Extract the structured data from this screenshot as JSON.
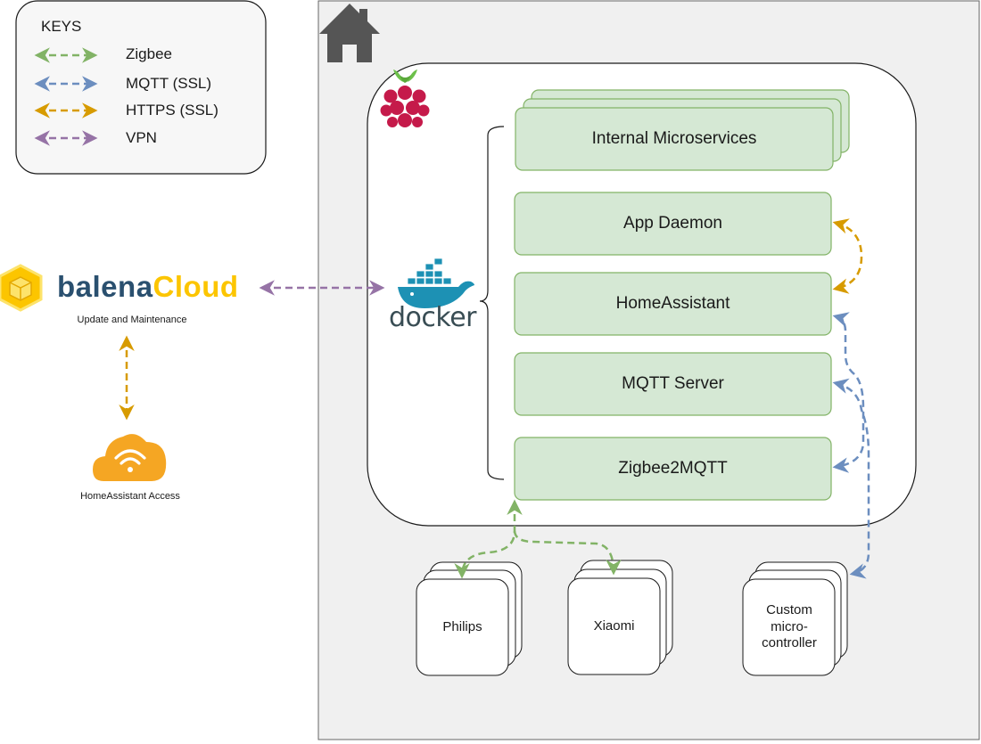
{
  "keys": {
    "title": "KEYS",
    "items": [
      {
        "label": "Zigbee",
        "color": "#82b366"
      },
      {
        "label": "MQTT (SSL)",
        "color": "#6c8ebf"
      },
      {
        "label": "HTTPS (SSL)",
        "color": "#d79b00"
      },
      {
        "label": "VPN",
        "color": "#9673a6"
      }
    ]
  },
  "balena": {
    "word1": "balena",
    "word2": "Cloud",
    "word1_color": "#2a506f",
    "word2_color": "#fcc500",
    "caption": "Update and Maintenance"
  },
  "access": {
    "caption": "HomeAssistant Access"
  },
  "docker": {
    "label": "docker"
  },
  "services": {
    "internal": "Internal Microservices",
    "app_daemon": "App Daemon",
    "home_assistant": "HomeAssistant",
    "mqtt_server": "MQTT Server",
    "zigbee2mqtt": "Zigbee2MQTT"
  },
  "devices": {
    "philips": "Philips",
    "xiaomi": "Xiaomi",
    "custom": "Custom micro-controller"
  },
  "colors": {
    "service_fill": "#d5e8d4",
    "service_stroke": "#82b366",
    "house_fill": "#f0f0f0",
    "pi_red": "#c51a4a",
    "pi_green": "#6cc04a",
    "docker_blue": "#1d91b4"
  }
}
